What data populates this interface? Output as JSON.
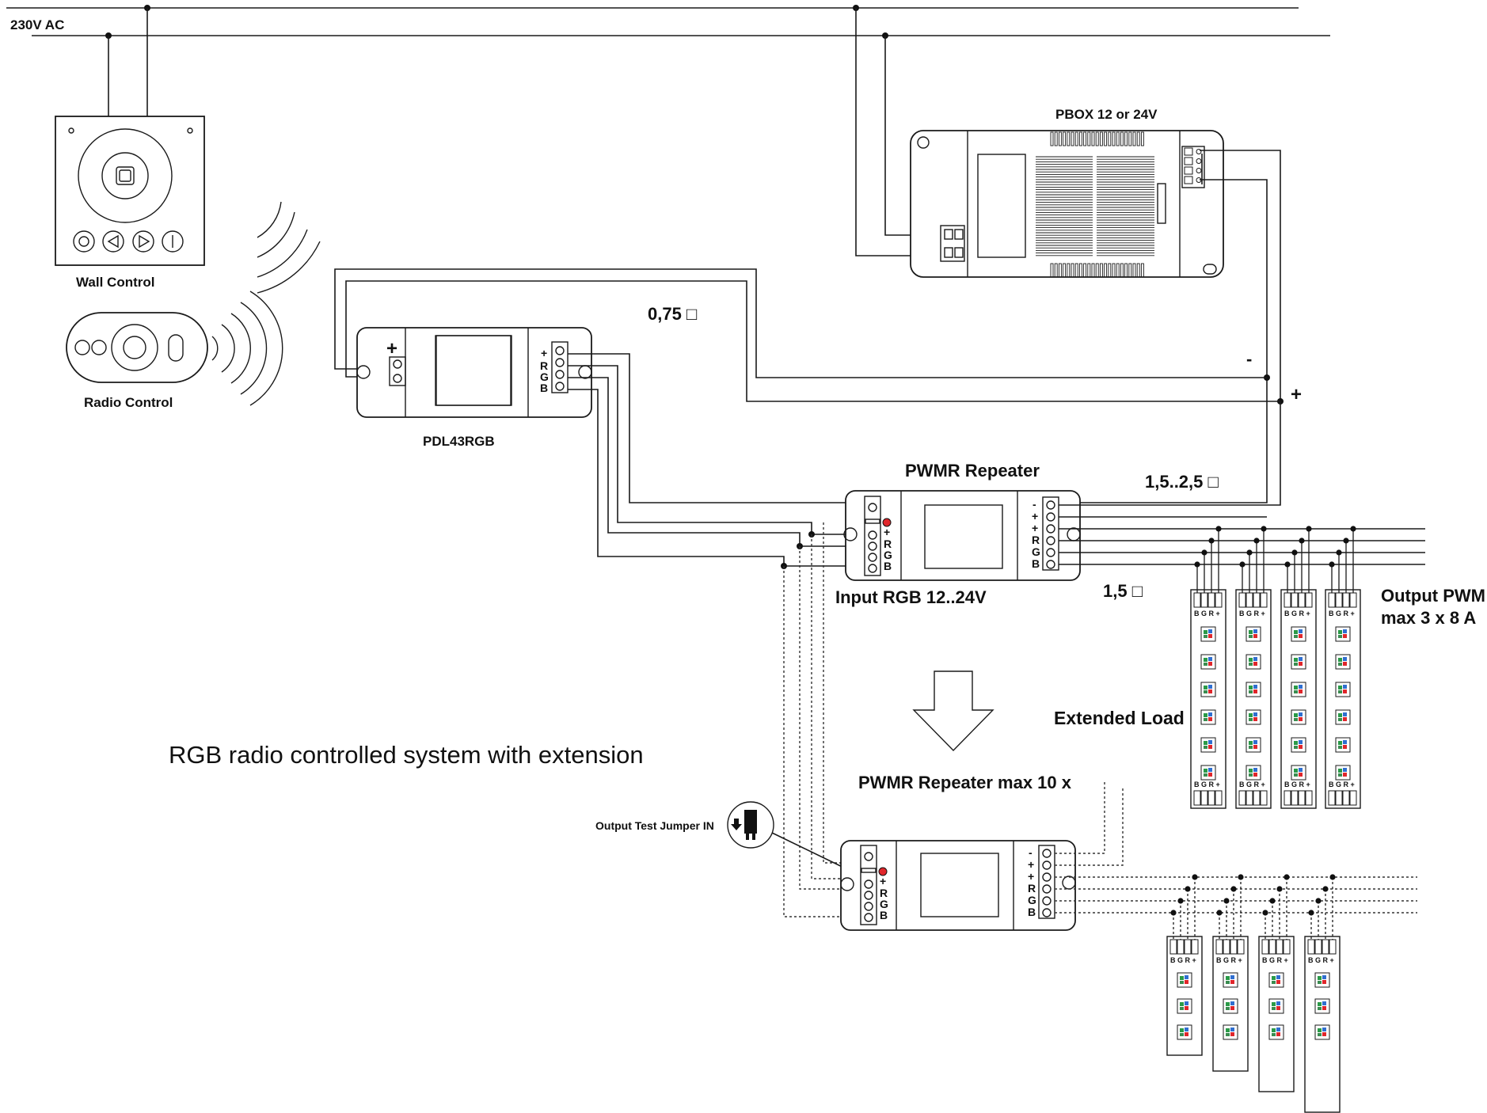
{
  "labels": {
    "mains": "230V AC",
    "wall_control": "Wall Control",
    "radio_control": "Radio Control",
    "pbox": "PBOX  12 or 24V",
    "pdl": "PDL43RGB",
    "repeater": "PWMR  Repeater",
    "input_rgb": "Input RGB 12..24V",
    "wire_075": "0,75 □",
    "wire_15_25": "1,5..2,5 □",
    "wire_15": "1,5 □",
    "minus": "-",
    "plus": "+",
    "output_pwm_1": "Output PWM",
    "output_pwm_2": "max 3 x 8 A",
    "extended_load": "Extended Load",
    "title": "RGB radio controlled   system with extension",
    "repeater_max": "PWMR  Repeater max 10 x",
    "output_test": "Output Test  Jumper IN",
    "pdl_terminal": "+ R G B",
    "pdl_power_terminal": "+",
    "repeater_input_terminal": "+ R G B",
    "repeater_output_terminal": "- + + R G B",
    "strip_terminal": "B G R +"
  },
  "colors": {
    "line": "#1a1a1a",
    "jumper_dot": "#e0262b",
    "led_red": "#e0262b",
    "led_green": "#2a9a48",
    "led_blue": "#2f6fd0"
  },
  "icons": {
    "wall_control": "wall-dimmer-icon",
    "radio_control": "remote-control-icon",
    "radio_waves": "radio-waves-icon",
    "jumper": "jumper-icon",
    "arrow": "down-arrow-icon",
    "led": "rgb-led-icon"
  }
}
